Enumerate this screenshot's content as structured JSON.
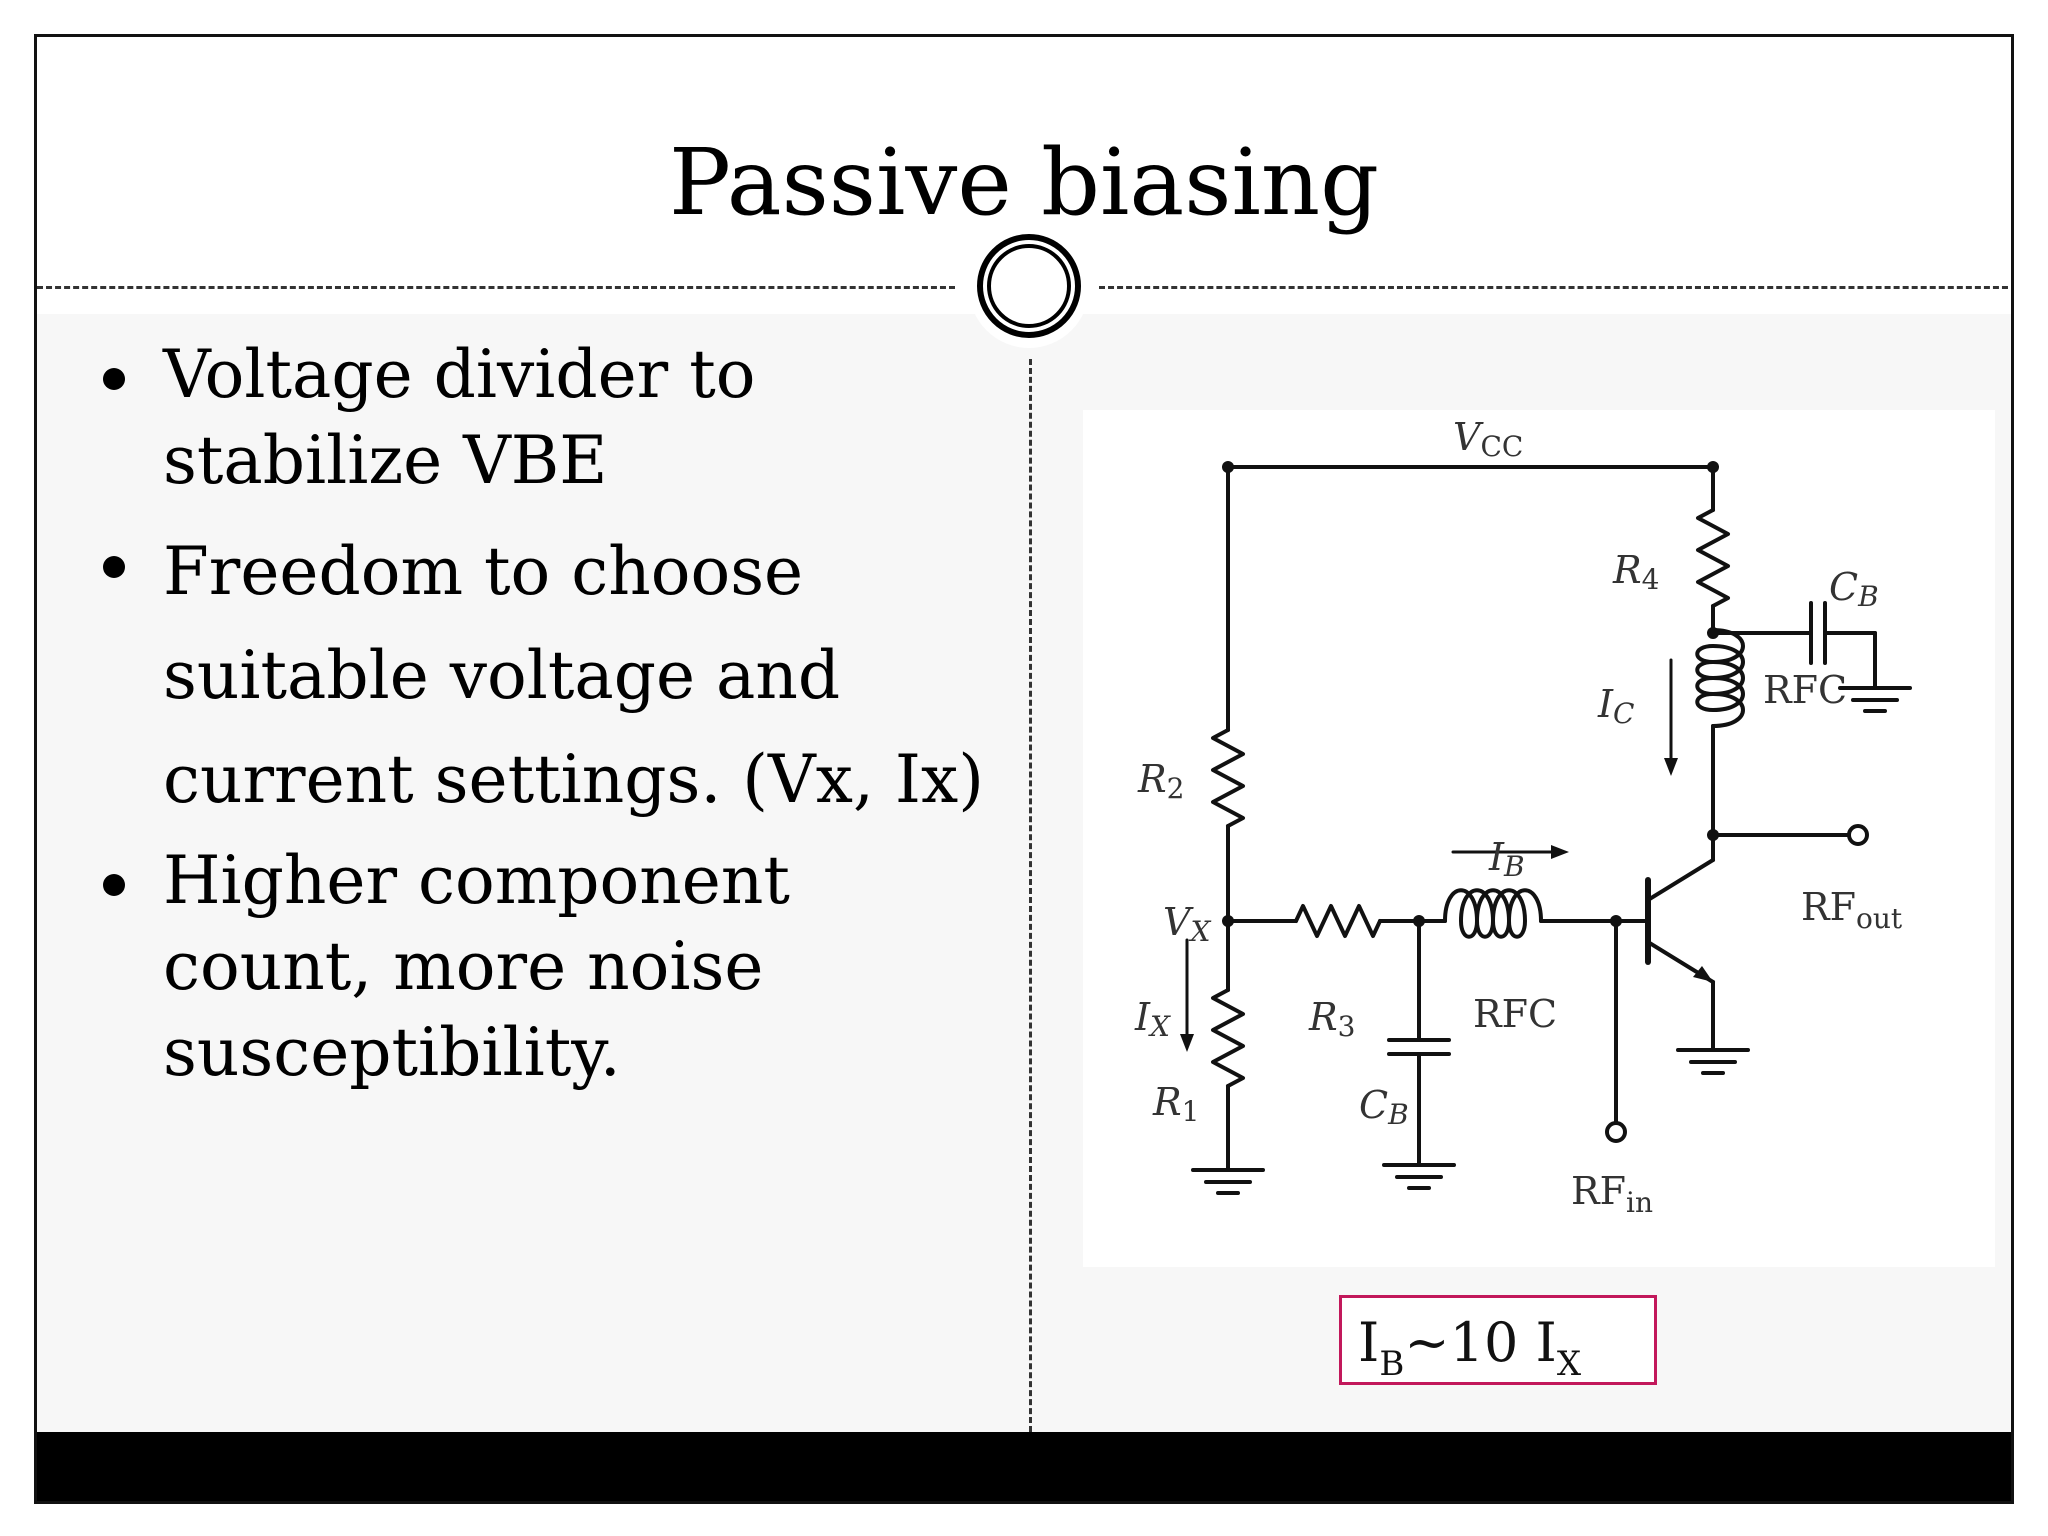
{
  "slide": {
    "title": "Passive biasing",
    "bullets": [
      {
        "lines": [
          "Voltage divider to",
          "stabilize VBE"
        ]
      },
      {
        "lines": [
          "Freedom to choose",
          "suitable voltage and",
          "current settings. (Vx, Ix)"
        ]
      },
      {
        "lines": [
          "Higher component",
          "count, more noise",
          "susceptibility."
        ]
      }
    ],
    "equation": {
      "lhs": "I",
      "lhs_sub": "B",
      "rel": "~10 I",
      "rhs_sub": "X"
    }
  },
  "circuit": {
    "labels": {
      "vcc": "V",
      "vcc_sub": "CC",
      "r1": "R",
      "r1_sub": "1",
      "r2": "R",
      "r2_sub": "2",
      "r3": "R",
      "r3_sub": "3",
      "r4": "R",
      "r4_sub": "4",
      "cb": "C",
      "cb_sub": "B",
      "vx": "V",
      "vx_sub": "X",
      "ix": "I",
      "ix_sub": "X",
      "ib": "I",
      "ib_sub": "B",
      "ic": "I",
      "ic_sub": "C",
      "rfc": "RFC",
      "rf": "RF",
      "rfin_sub": "in",
      "rfout_sub": "out"
    }
  }
}
